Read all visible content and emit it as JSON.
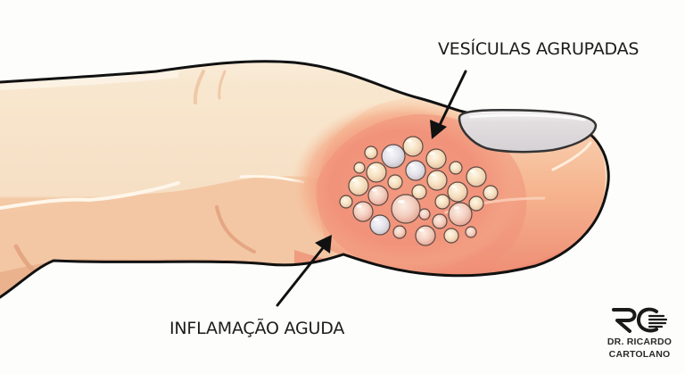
{
  "figure": {
    "subject": "finger-with-herpetic-vesicles",
    "labels": {
      "vesicles": "VESÍCULAS AGRUPADAS",
      "inflammation": "INFLAMAÇÃO AGUDA"
    },
    "logo": {
      "monogram": "RC",
      "name_line1": "DR. RICARDO",
      "name_line2": "CARTOLANO"
    },
    "colors": {
      "background": "#fdfdfb",
      "skin_top": "#f8e6cc",
      "skin_bottom": "#f2c4a0",
      "inflammation": "#f0907a",
      "nail": "#dedadc",
      "outline": "#111111",
      "vesicle_fill": "#f6e2c4",
      "text": "#1c1c1c"
    }
  }
}
